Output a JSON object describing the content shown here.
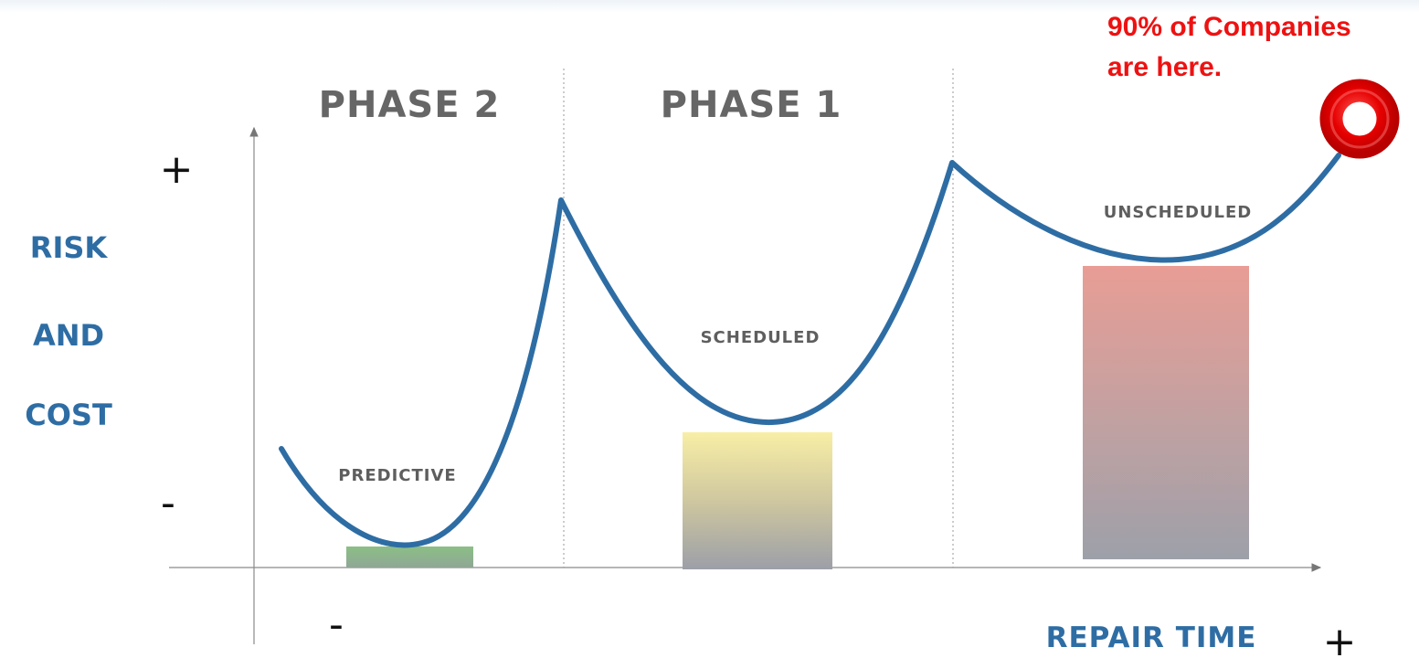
{
  "phases": [
    "PHASE 2",
    "PHASE 1"
  ],
  "zones": [
    "PREDICTIVE",
    "SCHEDULED",
    "UNSCHEDULED"
  ],
  "y_axis": {
    "words": [
      "RISK",
      "AND",
      "COST"
    ],
    "plus": "+",
    "minus": "-"
  },
  "x_axis": {
    "title": "REPAIR TIME",
    "plus": "+",
    "minus": "-"
  },
  "callout": {
    "lines": [
      "90% of Companies",
      "are here."
    ],
    "marker_color": "#e60000"
  },
  "colors": {
    "curve": "#2e6da4",
    "predictive_bar": "#7fb27a",
    "scheduled_bar_top": "#f5eba2",
    "unscheduled_bar_top": "#e69c94",
    "bar_bottom": "#9ea0a8"
  }
}
